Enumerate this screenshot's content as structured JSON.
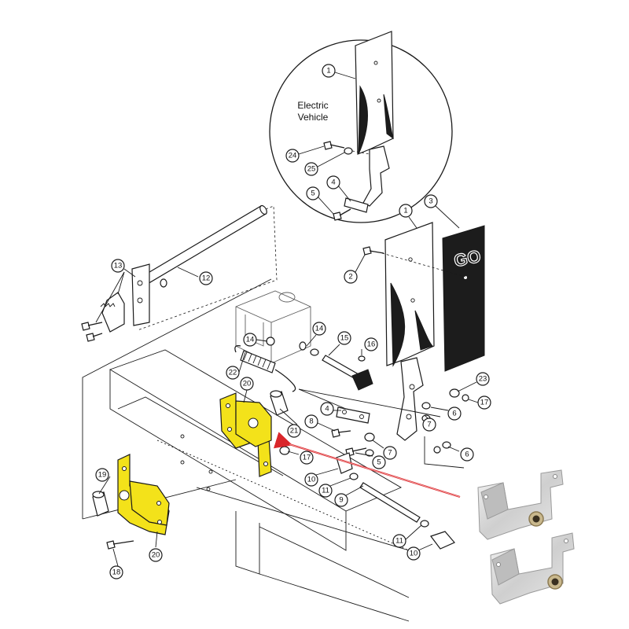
{
  "inset": {
    "label_line1": "Electric",
    "label_line2": "Vehicle"
  },
  "pedal_pad_text": "GO",
  "callouts": [
    {
      "id": "c1-inset",
      "n": "1"
    },
    {
      "id": "c24",
      "n": "24"
    },
    {
      "id": "c25",
      "n": "25"
    },
    {
      "id": "c4-inset",
      "n": "4"
    },
    {
      "id": "c5-inset",
      "n": "5"
    },
    {
      "id": "c1",
      "n": "1"
    },
    {
      "id": "c3",
      "n": "3"
    },
    {
      "id": "c2",
      "n": "2"
    },
    {
      "id": "c13",
      "n": "13"
    },
    {
      "id": "c12",
      "n": "12"
    },
    {
      "id": "c14a",
      "n": "14"
    },
    {
      "id": "c14b",
      "n": "14"
    },
    {
      "id": "c15",
      "n": "15"
    },
    {
      "id": "c16",
      "n": "16"
    },
    {
      "id": "c22",
      "n": "22"
    },
    {
      "id": "c20a",
      "n": "20"
    },
    {
      "id": "c23",
      "n": "23"
    },
    {
      "id": "c17a",
      "n": "17"
    },
    {
      "id": "c6a",
      "n": "6"
    },
    {
      "id": "c7a",
      "n": "7"
    },
    {
      "id": "c4",
      "n": "4"
    },
    {
      "id": "c8",
      "n": "8"
    },
    {
      "id": "c21",
      "n": "21"
    },
    {
      "id": "c7b",
      "n": "7"
    },
    {
      "id": "c6b",
      "n": "6"
    },
    {
      "id": "c5",
      "n": "5"
    },
    {
      "id": "c17b",
      "n": "17"
    },
    {
      "id": "c19",
      "n": "19"
    },
    {
      "id": "c10a",
      "n": "10"
    },
    {
      "id": "c11a",
      "n": "11"
    },
    {
      "id": "c9",
      "n": "9"
    },
    {
      "id": "c11b",
      "n": "11"
    },
    {
      "id": "c10b",
      "n": "10"
    },
    {
      "id": "c20b",
      "n": "20"
    },
    {
      "id": "c18",
      "n": "18"
    }
  ],
  "colors": {
    "highlight": "#f3e21a",
    "arrow": "#d9262b",
    "part_dark": "#1c1c1c"
  }
}
